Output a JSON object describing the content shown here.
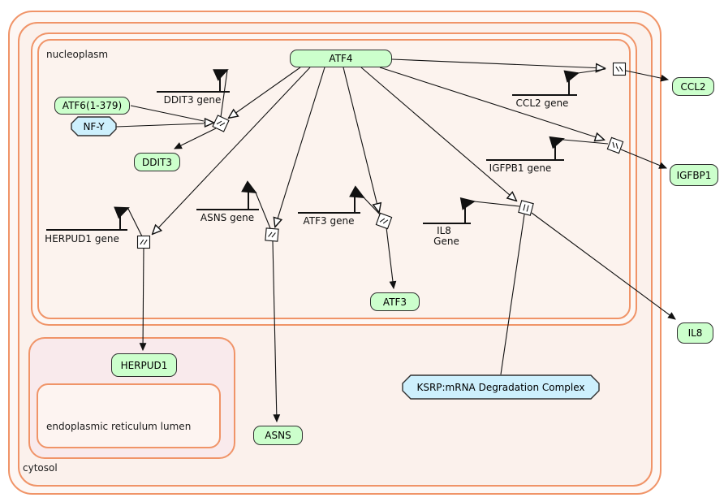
{
  "compartments": {
    "nucleoplasm": "nucleoplasm",
    "cytosol": "cytosol",
    "er_lumen": "endoplasmic reticulum lumen"
  },
  "entities": {
    "atf4": "ATF4",
    "atf6": "ATF6(1-379)",
    "nfy": "NF-Y",
    "ddit3": "DDIT3",
    "ccl2": "CCL2",
    "igfbp1": "IGFBP1",
    "il8": "IL8",
    "atf3": "ATF3",
    "herpud1": "HERPUD1",
    "asns": "ASNS",
    "ksrp": "KSRP:mRNA Degradation Complex"
  },
  "genes": {
    "ddit3": "DDIT3 gene",
    "ccl2": "CCL2 gene",
    "igfpb1": "IGFPB1 gene",
    "asns": "ASNS gene",
    "atf3": "ATF3 gene",
    "herpud1": "HERPUD1 gene",
    "il8_line1": "IL8",
    "il8_line2": "Gene"
  },
  "colors": {
    "compartment_border": "#f09468",
    "protein_fill": "#ccffcc",
    "complex_fill": "#cdf0fd",
    "edge": "#111111"
  }
}
